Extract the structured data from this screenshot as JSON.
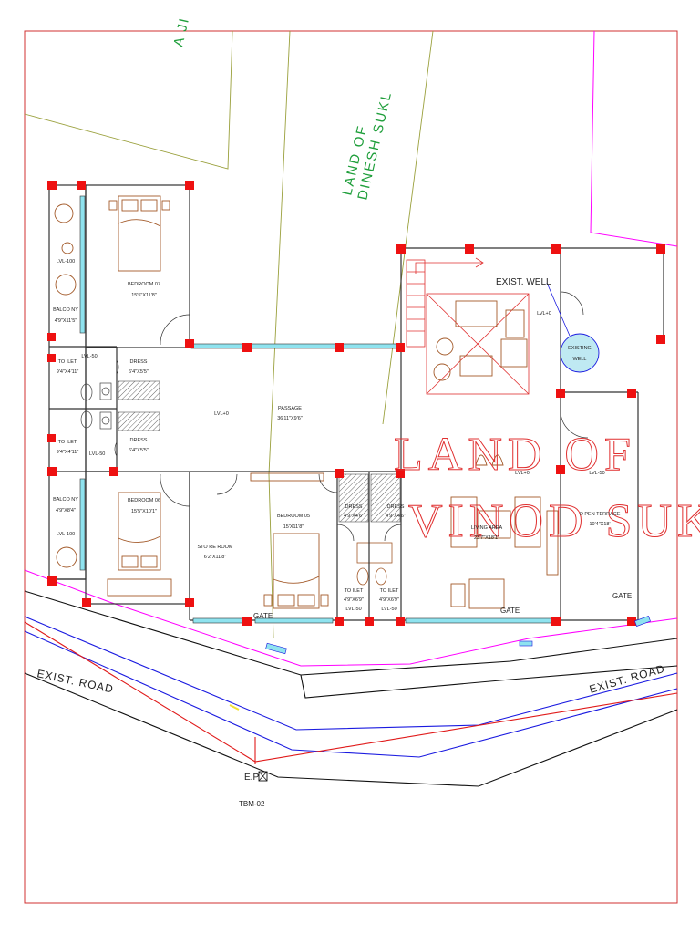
{
  "plan": {
    "labels": {
      "bedroom07": "BEDROOM 07",
      "bedroom07_size": "15'5\"X11'8\"",
      "bedroom06": "BEDROOM 06",
      "bedroom06_size": "15'5\"X10'1\"",
      "bedroom05": "BEDROOM 05",
      "bedroom05_size": "15'X11'8\"",
      "lvl100_top": "LVL-100",
      "lvl100_bottom": "LVL-100",
      "balcony_top": "BALCO NY",
      "balcony_top_size": "4'9\"X11'5\"",
      "balcony_bottom": "BALCO NY",
      "balcony_bottom_size": "4'9\"X8'4\"",
      "lvl50_toilet_top": "LVL-50",
      "lvl50_toilet_mid": "LVL-50",
      "toilet_top": "TO ILET",
      "toilet_top_size": "9'4\"X4'11\"",
      "toilet_mid": "TO ILET",
      "toilet_mid_size": "9'4\"X4'11\"",
      "dress_top": "DRESS",
      "dress_top_size": "6'4\"X5'5\"",
      "dress_mid": "DRESS",
      "dress_mid_size": "6'4\"X5'5\"",
      "lvl0_left": "LVL+0",
      "passage": "PASSAGE",
      "passage_size": "36'11\"X9'6\"",
      "store_room": "STO RE ROOM",
      "store_room_size": "6'2\"X11'8\"",
      "dress_a": "DRESS",
      "dress_a_size": "4'9\"X4'6\"",
      "dress_b": "DRESS",
      "dress_b_size": "4'9\"X4'6\"",
      "toilet_a": "TO ILET",
      "toilet_a_size": "4'9\"X6'9\"",
      "toilet_a_lvl": "LVL-50",
      "toilet_b": "TO ILET",
      "toilet_b_size": "4'9\"X6'9\"",
      "toilet_b_lvl": "LVL-50",
      "living_area": "LIVING AREA",
      "living_area_size": "23'7\"X18'1\"",
      "lvl0_living": "LVL+0",
      "lvl0_top_right": "LVL+0",
      "lvl50_terrace": "LVL-50",
      "open_terrace": "O PEN TERRACE",
      "open_terrace_size": "10'4\"X18'",
      "existing_well": "EXISTING",
      "existing_well_2": "WELL",
      "exist_well": "EXIST. WELL",
      "gate_left": "GATE",
      "gate_mid": "GATE",
      "gate_right": "GATE",
      "exist_road_left": "EXIST. ROAD",
      "exist_road_right": "EXIST. ROAD",
      "ep": "E.P",
      "tbm": "TBM-02",
      "land_dinesh_1": "LAND OF",
      "land_dinesh_2": "DINESH SUKL",
      "land_vinod_1": "LAND OF",
      "land_vinod_2": "VINOD SUKLA JI",
      "top_partial": "A  JI"
    },
    "colors": {
      "border": "#d03030",
      "magenta": "#ff00ff",
      "green_boundary": "#9aa03c",
      "road_blue": "#1a1ae0",
      "road_red": "#e01a1a",
      "column_red": "#ee1111",
      "window_cyan": "#8fe3ef",
      "furniture": "#a35a2a"
    }
  }
}
